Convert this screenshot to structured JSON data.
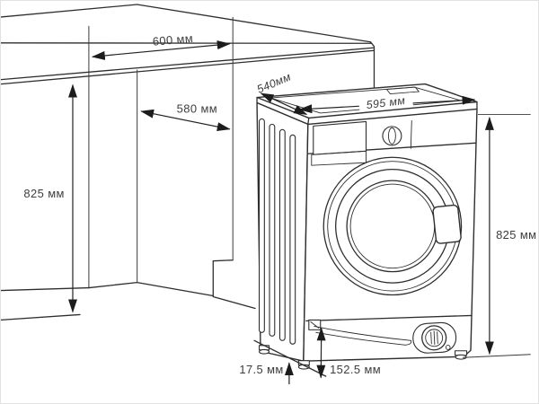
{
  "diagram": {
    "type": "technical-drawing",
    "subject": "Built-in washing machine installation dimensions",
    "unit": "мм",
    "colors": {
      "line": "#2e2e2e",
      "text": "#3d3d3d",
      "background": "#ffffff"
    }
  },
  "dims": {
    "niche_width": {
      "label": "600 мм",
      "value": 600
    },
    "niche_depth": {
      "label": "580 мм",
      "value": 580
    },
    "niche_height": {
      "label": "825 мм",
      "value": 825
    },
    "top_depth": {
      "label": "540мм",
      "value": 540
    },
    "machine_width": {
      "label": "595 мм",
      "value": 595
    },
    "machine_height": {
      "label": "825 мм",
      "value": 825
    },
    "floor_gap": {
      "label": "17.5 мм",
      "value": 17.5
    },
    "plinth_height": {
      "label": "152.5 мм",
      "value": 152.5
    }
  }
}
